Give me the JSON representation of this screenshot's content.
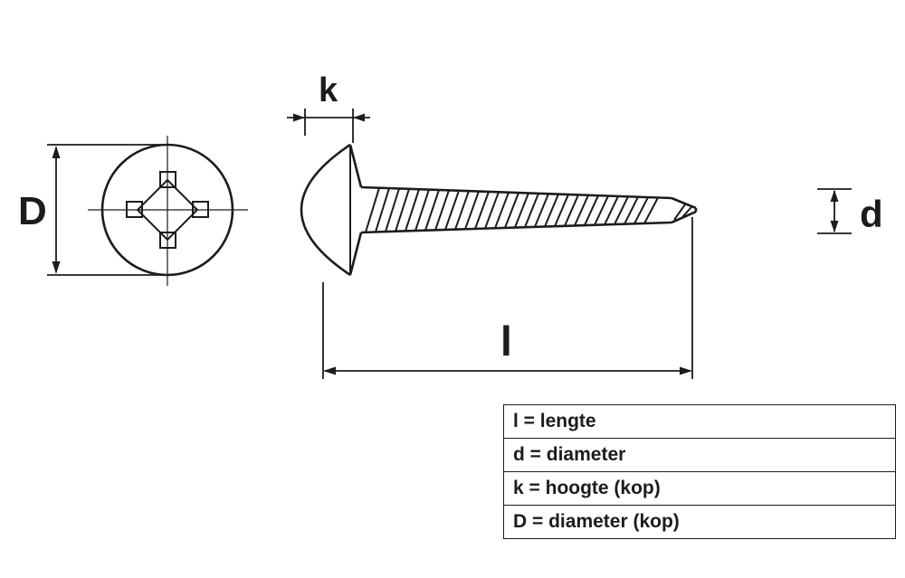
{
  "labels": {
    "k": "k",
    "D": "D",
    "d": "d",
    "l": "l"
  },
  "legend": {
    "rows": [
      "l = lengte",
      "d = diameter",
      "k = hoogte (kop)",
      "D = diameter (kop)"
    ]
  },
  "colors": {
    "line": "#1c1c1c",
    "background": "#ffffff"
  }
}
